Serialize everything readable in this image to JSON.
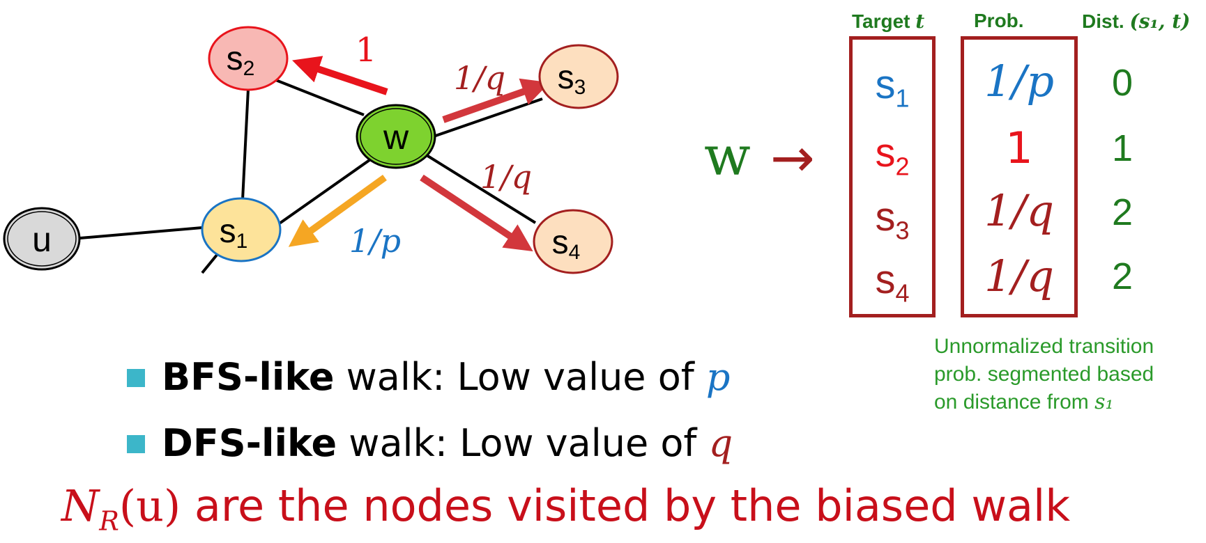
{
  "colors": {
    "dark_red": "#a31f1f",
    "red": "#e8141c",
    "blue": "#1a74c4",
    "green": "#1f7a1f",
    "orange": "#f5a623",
    "footer_red": "#c80f1a"
  },
  "graph": {
    "nodes": {
      "u": "u",
      "w": "w",
      "s1": "s",
      "s1_sub": "1",
      "s2": "s",
      "s2_sub": "2",
      "s3": "s",
      "s3_sub": "3",
      "s4": "s",
      "s4_sub": "4"
    },
    "edge_labels": {
      "to_s2": "1",
      "to_s3": "1/q",
      "to_s4": "1/q",
      "to_s1": "1/p"
    }
  },
  "table": {
    "source_label": "w",
    "arrow": "→",
    "headers": {
      "target": "Target",
      "target_var": "t",
      "prob": "Prob.",
      "dist": "Dist.",
      "dist_vars": "(s₁, t)"
    },
    "rows": [
      {
        "target": "s",
        "sub": "1",
        "prob": "1/p",
        "dist": "0",
        "color": "#1a74c4"
      },
      {
        "target": "s",
        "sub": "2",
        "prob": "1",
        "dist": "1",
        "color": "#e8141c"
      },
      {
        "target": "s",
        "sub": "3",
        "prob": "1/q",
        "dist": "2",
        "color": "#a31f1f"
      },
      {
        "target": "s",
        "sub": "4",
        "prob": "1/q",
        "dist": "2",
        "color": "#a31f1f"
      }
    ],
    "note": "Unnormalized transition prob. segmented based on distance from",
    "note_var": "s₁"
  },
  "bullets": [
    {
      "bold": "BFS-like",
      "text": " walk: Low value of ",
      "var": "p"
    },
    {
      "bold": "DFS-like",
      "text": " walk: Low value of ",
      "var": "q"
    }
  ],
  "footer": {
    "math_main": "N",
    "math_sub": "R",
    "math_arg": "(u)",
    "text": " are the nodes visited by the biased walk"
  }
}
